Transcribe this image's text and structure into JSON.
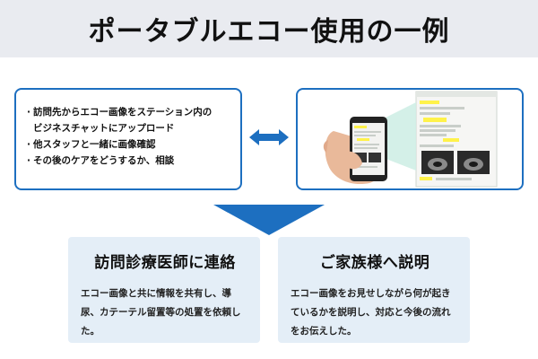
{
  "title": "ポータブルエコー使用の一例",
  "info_box": {
    "items": [
      {
        "line1": "訪問先からエコー画像をステーション内の",
        "line2": "ビジネスチャットにアップロード"
      },
      {
        "line1": "他スタッフと一緒に画像確認",
        "line2": ""
      },
      {
        "line1": "その後のケアをどうするか、相談",
        "line2": ""
      }
    ]
  },
  "cards": {
    "doctor": {
      "heading": "訪問診療医師に連絡",
      "body": "エコー画像と共に情報を共有し、導尿、カテーテル留置等の処置を依頼した。"
    },
    "family": {
      "heading": "ご家族様へ説明",
      "body": "エコー画像をお見せしながら何が起きているかを説明し、対応と今後の流れをお伝えした。"
    }
  },
  "colors": {
    "accent_blue": "#1d6fc0",
    "title_band": "#e9ebf0",
    "card_bg": "#e4eef7",
    "highlight": "#fff24a"
  },
  "icons": {
    "double_arrow": "left-right-arrow-icon",
    "down_arrow": "down-triangle-icon"
  }
}
